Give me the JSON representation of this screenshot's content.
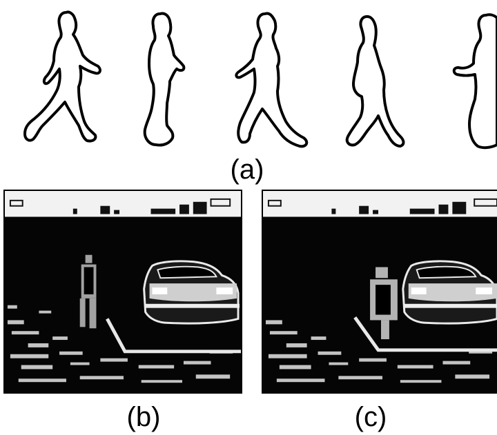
{
  "figure": {
    "panel_labels": {
      "a": "(a)",
      "b": "(b)",
      "c": "(c)"
    },
    "silhouette_count": 5,
    "colors": {
      "outline": "#000000",
      "background": "#ffffff",
      "video_dark": "#050505",
      "video_light": "#f2f2f2"
    }
  }
}
